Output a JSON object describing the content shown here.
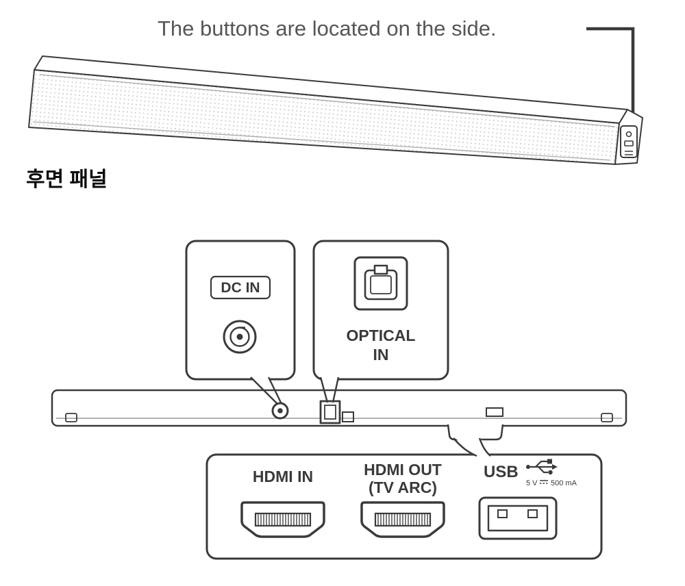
{
  "top": {
    "caption": "The buttons are located on the side."
  },
  "section": {
    "title": "후면 패널"
  },
  "callouts": {
    "dc_in": {
      "label": "DC IN"
    },
    "optical": {
      "line1": "OPTICAL",
      "line2": "IN"
    },
    "ports": {
      "hdmi_in": "HDMI IN",
      "hdmi_out_line1": "HDMI OUT",
      "hdmi_out_line2": "(TV ARC)",
      "usb": "USB",
      "usb_spec_voltage": "5 V",
      "usb_spec_current": "500 mA"
    }
  },
  "colors": {
    "line": "#3a3a3a",
    "caption_text": "#54565a",
    "title_text": "#0c0c0c",
    "background": "#ffffff"
  }
}
